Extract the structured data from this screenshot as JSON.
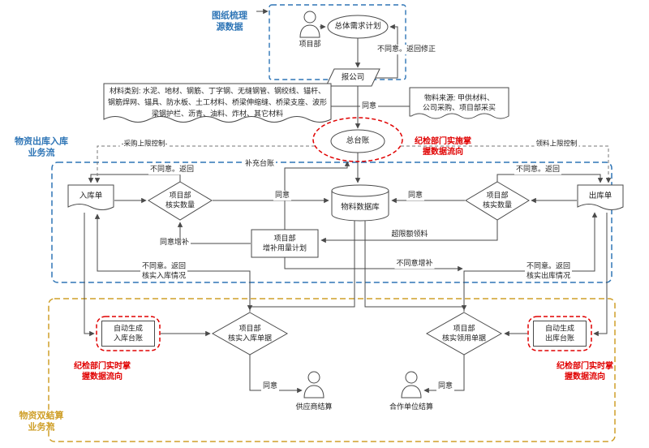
{
  "colors": {
    "blue": "#2e75b6",
    "red": "#e00000",
    "orange": "#cf9f28",
    "line": "#4a4a4a"
  },
  "titles": {
    "source_data": "图纸梳理\n源数据",
    "flow_in_out": "物资出库入库\n业务流",
    "flow_settlement": "物资双结算\n业务流"
  },
  "nodes": {
    "project_dept": "项目部",
    "overall_plan": "总体需求计划",
    "report_company": "报公司",
    "material_category": "材料类别: 水泥、地材、钢筋、丁字钢、无缝钢管、钢绞线、锚杆、钢筋焊网、锚具、防水板、土工材料、桥梁伸缩缝、桥梁支座、波形梁钢护栏、沥青、油料、炸材、其它材料",
    "material_source": "物料来源: 甲供材料、\n公司采购、项目部采买",
    "general_ledger": "总台账",
    "inbound_order": "入库单",
    "verify_quantity": "项目部\n核实数量",
    "materials_database": "物料数据库",
    "outbound_order": "出库单",
    "supplement_plan": "项目部\n增补用量计划",
    "auto_inbound_ledger": "自动生成\n入库台账",
    "verify_inbound_docs": "项目部\n核实入库单据",
    "verify_requisition_docs": "项目部\n核实领用单据",
    "auto_outbound_ledger": "自动生成\n出库台账",
    "supplier_settlement": "供应商结算",
    "partner_settlement": "合作单位结算"
  },
  "edge_labels": {
    "agree": "同意",
    "disagree_return": "不同意。返回",
    "disagree_return_fix": "不同意。返回修正",
    "purchase_limit": "-采购上限控制-",
    "requisition_limit": "领料上限控制",
    "supplement_ledger": "补充台账",
    "agree_supplement": "同意增补",
    "disagree_supplement": "不同意增补",
    "over_limit_requisition": "超限额领料",
    "disagree_verify_inbound": "不同意。返回\n核实入库情况",
    "disagree_verify_outbound": "不同意。返回\n核实出库情况"
  },
  "annotations": {
    "discipline_mid": "纪检部门实施掌\n握数据流向",
    "discipline_realtime": "纪检部门实时掌\n握数据流向"
  }
}
